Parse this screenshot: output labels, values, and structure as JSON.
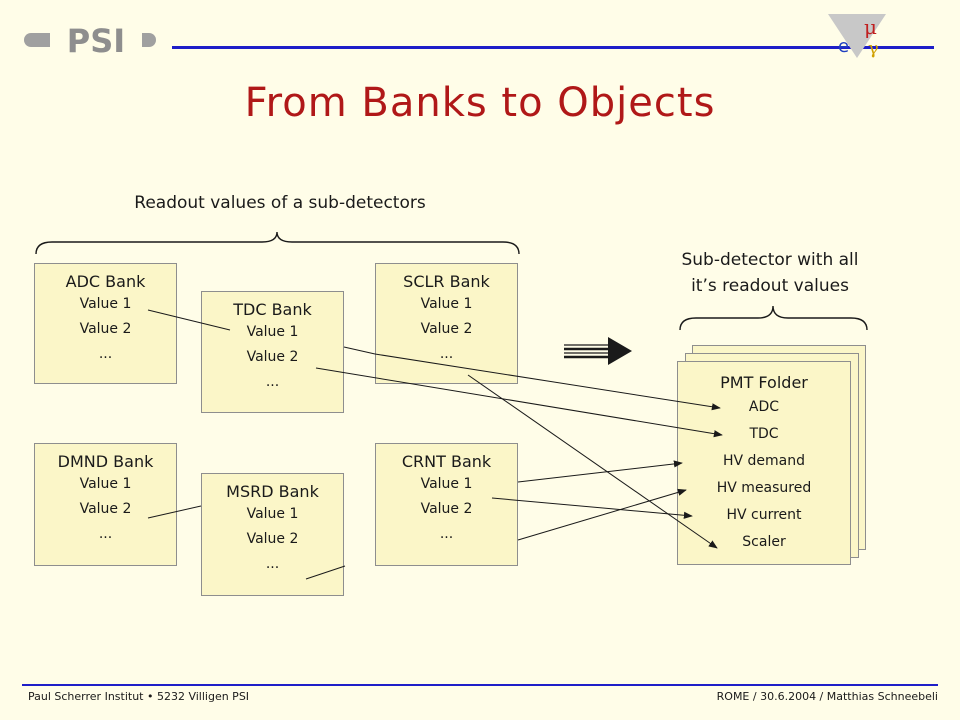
{
  "header": {
    "logo_text": "PSI",
    "corner_logo_glyphs": {
      "mu": "μ",
      "e": "e",
      "gamma": "γ"
    }
  },
  "title": "From Banks to Objects",
  "readout_label": "Readout values of a sub-detectors",
  "subdetector_label": {
    "line1": "Sub-detector with all",
    "line2": "it’s readout values"
  },
  "banks": {
    "adc": {
      "title": "ADC Bank",
      "values": [
        "Value 1",
        "Value 2",
        "..."
      ]
    },
    "tdc": {
      "title": "TDC Bank",
      "values": [
        "Value 1",
        "Value 2",
        "..."
      ]
    },
    "sclr": {
      "title": "SCLR Bank",
      "values": [
        "Value 1",
        "Value 2",
        "..."
      ]
    },
    "dmnd": {
      "title": "DMND Bank",
      "values": [
        "Value 1",
        "Value 2",
        "..."
      ]
    },
    "msrd": {
      "title": "MSRD Bank",
      "values": [
        "Value 1",
        "Value 2",
        "..."
      ]
    },
    "crnt": {
      "title": "CRNT Bank",
      "values": [
        "Value 1",
        "Value 2",
        "..."
      ]
    }
  },
  "folder": {
    "title": "PMT Folder",
    "items": [
      "ADC",
      "TDC",
      "HV demand",
      "HV measured",
      "HV current",
      "Scaler"
    ]
  },
  "footer": {
    "left": "Paul Scherrer Institut • 5232 Villigen PSI",
    "right": "ROME / 30.6.2004 / Matthias Schneebeli"
  },
  "colors": {
    "accent_blue": "#1e1ec8",
    "title_red": "#b01818",
    "box_fill": "#fbf6c8",
    "background": "#fffde8"
  }
}
